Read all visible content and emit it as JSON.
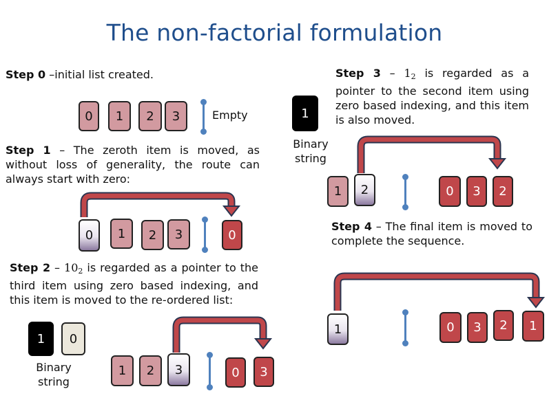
{
  "title": "The non-factorial formulation",
  "step0": {
    "label": "Step 0",
    "text": " –initial list created.",
    "tiles": [
      "0",
      "1",
      "2",
      "3"
    ],
    "empty_label": "Empty"
  },
  "step1": {
    "label": "Step 1",
    "text": " – The zeroth item is moved, as without loss of generality, the route can always start with zero:",
    "tiles": [
      "0",
      "1",
      "2",
      "3"
    ],
    "output": [
      "0"
    ]
  },
  "step2": {
    "label": "Step 2",
    "pre": " – ",
    "value": "10",
    "base": "2",
    "post": " is regarded as a pointer to the third item using zero based indexing, and this item is moved to the re-ordered list:",
    "binary": [
      "1",
      "0"
    ],
    "binary_label": "Binary string",
    "tiles": [
      "1",
      "2",
      "3"
    ],
    "output": [
      "0",
      "3"
    ]
  },
  "step3": {
    "label": "Step 3",
    "pre": " – ",
    "value": "1",
    "base": "2",
    "post": " is regarded as a pointer to the second item using zero based indexing, and this item is also moved.",
    "binary": [
      "1"
    ],
    "binary_label": "Binary string",
    "tiles": [
      "1",
      "2"
    ],
    "output": [
      "0",
      "3",
      "2"
    ]
  },
  "step4": {
    "label": "Step 4",
    "text": " – The final item is moved to complete the sequence.",
    "tiles": [
      "1"
    ],
    "output": [
      "0",
      "3",
      "2",
      "1"
    ]
  },
  "colors": {
    "title": "#1f4e8c",
    "pink": "#d29aa0",
    "red": "#c0474a",
    "arrow": "#c0474a",
    "separator": "#4f81bd",
    "black": "#000000"
  }
}
